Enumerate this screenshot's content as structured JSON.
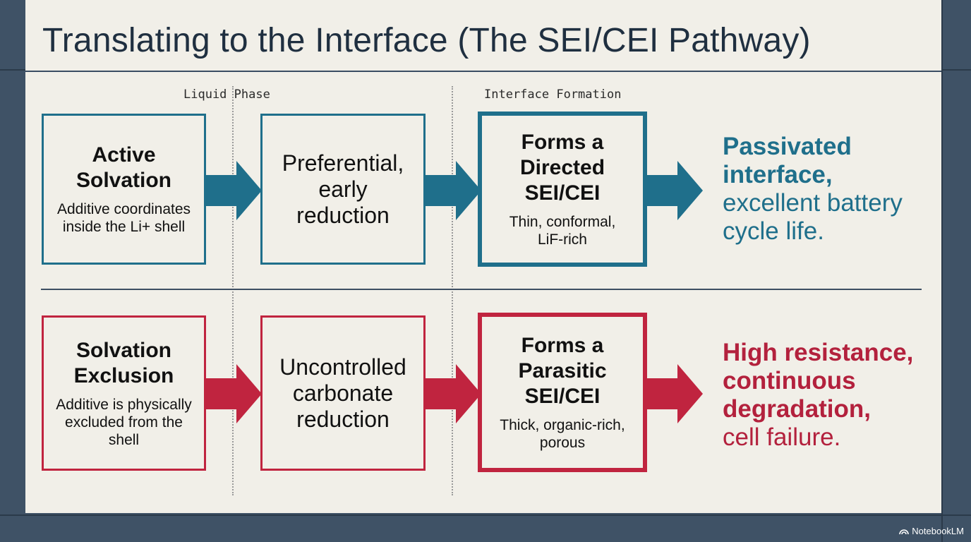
{
  "title": "Translating to the Interface (The SEI/CEI Pathway)",
  "phases": {
    "liquid": "Liquid Phase",
    "interface": "Interface Formation"
  },
  "rows": {
    "top": {
      "box1": {
        "title": "Active Solvation",
        "desc": "Additive coordinates inside the Li+ shell"
      },
      "box2": {
        "text": "Preferential, early reduction"
      },
      "box3": {
        "title": "Forms a Directed SEI/CEI",
        "desc": "Thin, conformal, LiF-rich"
      },
      "outcome": {
        "strong": "Passivated interface,",
        "rest": "excellent battery cycle life."
      }
    },
    "bottom": {
      "box1": {
        "title": "Solvation Exclusion",
        "desc": "Additive is physically excluded from the shell"
      },
      "box2": {
        "text": "Uncontrolled carbonate reduction"
      },
      "box3": {
        "title": "Forms a Parasitic SEI/CEI",
        "desc": "Thick, organic-rich, porous"
      },
      "outcome": {
        "strong": "High resistance, continuous degradation,",
        "rest": "cell failure."
      }
    }
  },
  "colors": {
    "positive": "#1f6f8b",
    "negative": "#c0243f",
    "frame": "#3f5266",
    "panel": "#f1efe8"
  },
  "watermark": "NotebookLM"
}
